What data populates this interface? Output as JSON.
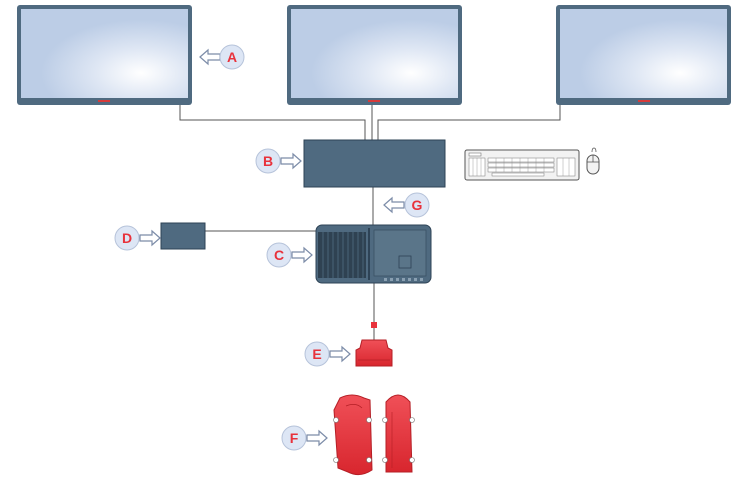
{
  "colors": {
    "monitor_bezel": "#4f6a80",
    "monitor_screen": "#bccde6",
    "power_led": "#d63a3a",
    "box_fill": "#4f6a80",
    "box_stroke": "#2e4356",
    "cable": "#555555",
    "callout_circle": "#dde6f5",
    "callout_letter": "#e8323c",
    "red_device": "#e8323c",
    "keyboard": "#f0f0f0"
  },
  "callouts": {
    "a": {
      "letter": "A"
    },
    "b": {
      "letter": "B"
    },
    "c": {
      "letter": "C"
    },
    "d": {
      "letter": "D"
    },
    "e": {
      "letter": "E"
    },
    "f": {
      "letter": "F"
    },
    "g": {
      "letter": "G"
    }
  },
  "icons": {
    "monitor": "monitor-icon",
    "keyboard": "keyboard-icon",
    "mouse": "mouse-icon",
    "arrow": "hollow-arrow-icon"
  }
}
